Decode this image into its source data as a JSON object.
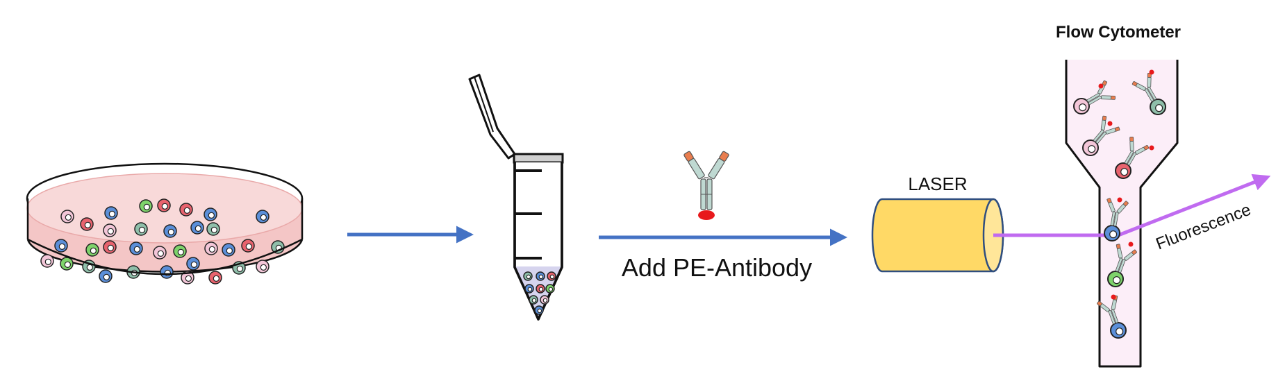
{
  "labels": {
    "flow_cytometer": "Flow Cytometer",
    "laser": "LASER",
    "add_antibody": "Add PE-Antibody",
    "fluorescence": "Fluorescence"
  },
  "colors": {
    "arrow_blue": "#4472C4",
    "dish_medium": "#F4C6C6",
    "laser_body": "#FFD966",
    "laser_beam": "#C06BF0",
    "channel_fill": "#FCEEF8",
    "pe_tag": "#E8191C",
    "antibody_fab": "#E97D4E",
    "antibody_body": "#BFD9D2"
  },
  "cell_colors": {
    "blue": "#5B8FD9",
    "red": "#E8636E",
    "green": "#7ED36B",
    "pink": "#F3C6D8",
    "teal": "#8FBFAA"
  },
  "icons": [
    "petri-dish-icon",
    "centrifuge-tube-icon",
    "pipette-icon",
    "antibody-icon",
    "laser-icon",
    "flow-cell-icon"
  ]
}
